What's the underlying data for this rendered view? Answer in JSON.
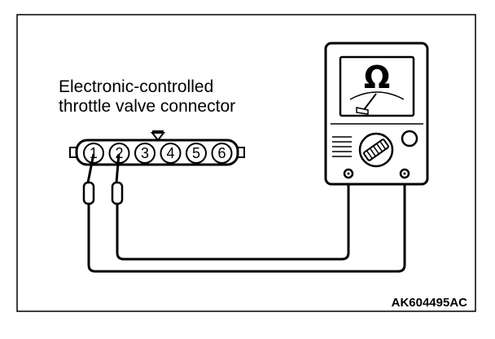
{
  "label": {
    "line1": "Electronic-controlled",
    "line2": "throttle valve connector"
  },
  "connector": {
    "pins": [
      "1",
      "2",
      "3",
      "4",
      "5",
      "6"
    ]
  },
  "meter": {
    "symbol": "Ω",
    "icon": "ohmmeter-icon"
  },
  "figure_code": "AK604495AC",
  "colors": {
    "line": "#000000",
    "background": "#ffffff"
  }
}
